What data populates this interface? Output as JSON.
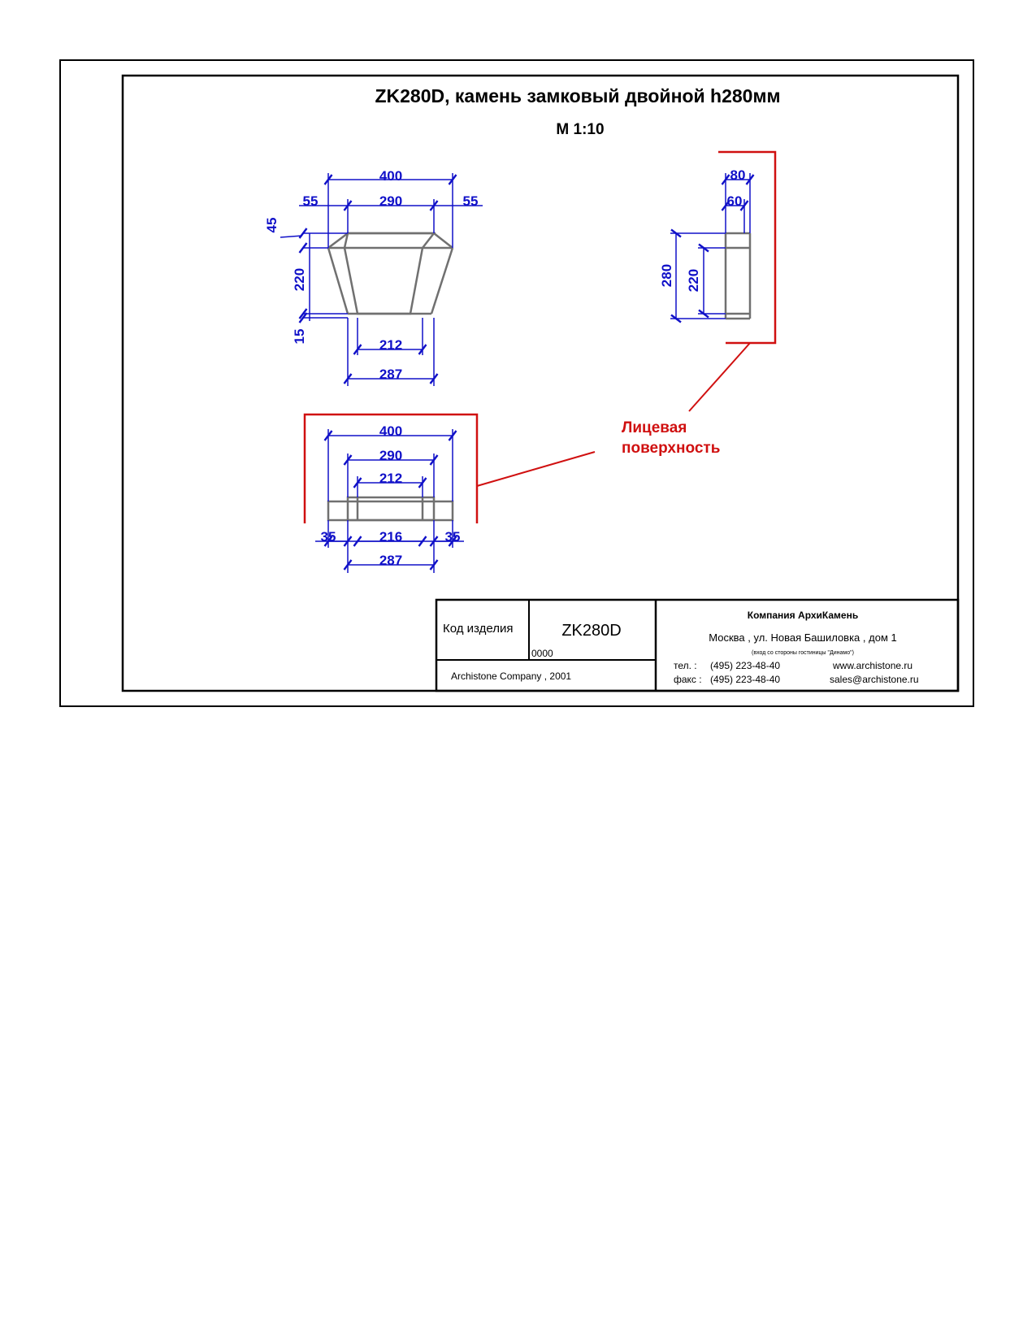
{
  "title": "ZK280D, камень замковый двойной h280мм",
  "scale": "М 1:10",
  "front_view": {
    "top_total": "400",
    "top_inner": "290",
    "top_left": "55",
    "top_right": "55",
    "h_top": "45",
    "h_mid": "220",
    "h_bottom": "15",
    "bottom_inner": "212",
    "bottom_total": "287"
  },
  "side_view": {
    "top_80": "80",
    "top_60": "60",
    "h_total": "280",
    "h_inner": "220"
  },
  "plan_view": {
    "w_total": "400",
    "w_290": "290",
    "w_212": "212",
    "left": "35",
    "mid": "216",
    "right": "35",
    "bottom": "287"
  },
  "face_label": {
    "line1": "Лицевая",
    "line2": "поверхность"
  },
  "title_block": {
    "code_label": "Код изделия",
    "code_value": "ZK280D",
    "code_small": "0000",
    "copyright": "Archistone  Company ,  2001",
    "company": "Компания  АрхиКамень",
    "address": "Москва , ул. Новая Башиловка , дом 1",
    "address_note": "(вход со стороны гостиницы \"Динамо\")",
    "tel_label": "тел.   :",
    "tel": "(495) 223-48-40",
    "fax_label": "факс :",
    "fax": "(495) 223-48-40",
    "web": "www.archistone.ru",
    "email": "sales@archistone.ru"
  },
  "colors": {
    "dimension": "#1010c8",
    "face": "#d01010",
    "outline": "#000000",
    "part": "#707070"
  }
}
